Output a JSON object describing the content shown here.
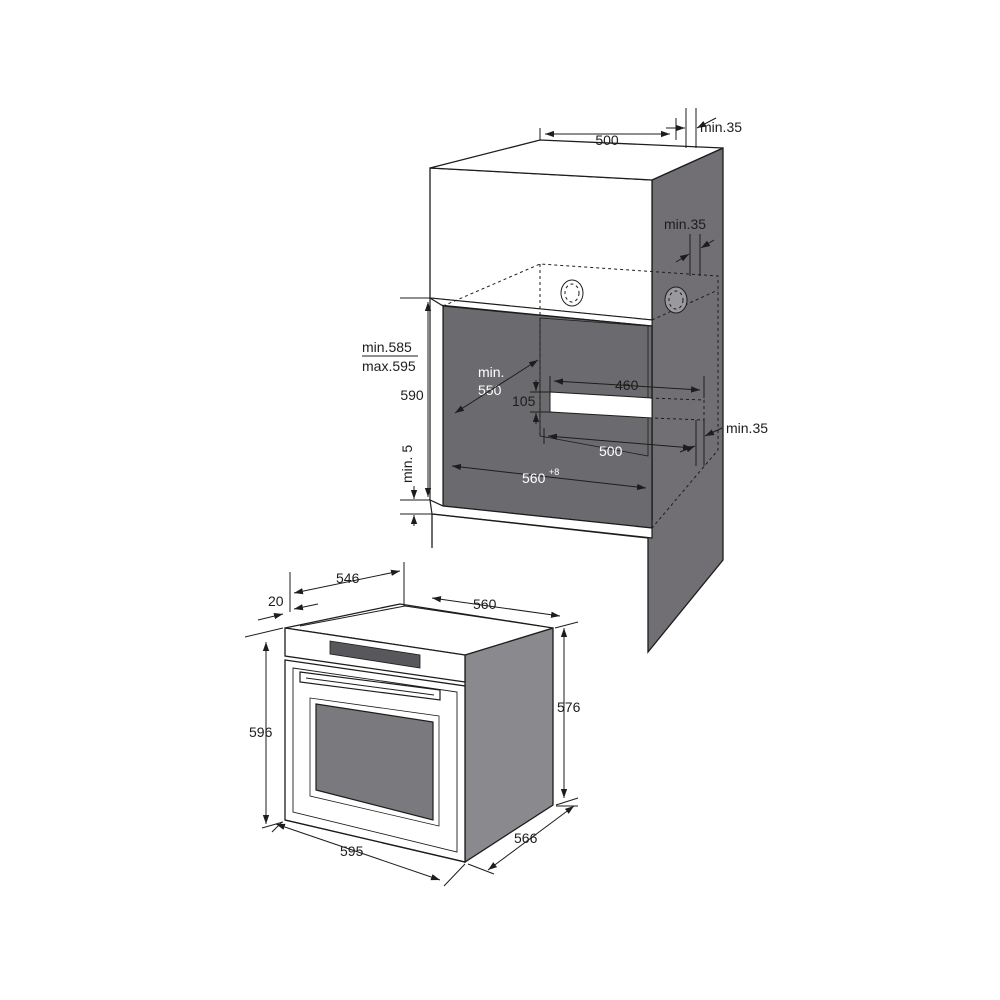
{
  "colors": {
    "cabinet_side": "#716f74",
    "cabinet_inner": "#6b6a6e",
    "cabinet_top": "#ffffff",
    "line": "#1d1d1b",
    "oven_body": "#8a898d",
    "oven_front": "#ffffff",
    "oven_window": "#7a797d",
    "oven_strip": "#58575b"
  },
  "cabinet_dimensions": {
    "top_depth": "500",
    "top_gap": "min.35",
    "rear_gap": "min.35",
    "side_gap": "min.35",
    "height_range_min": "min.585",
    "height_range_max": "max.595",
    "opening_height": "590",
    "min_depth_line1": "min.",
    "min_depth_line2": "550",
    "vent_width": "460",
    "vent_height": "105",
    "inner_depth": "500",
    "bottom_clearance": "min. 5",
    "opening_width": "560",
    "opening_width_tolerance": "+8"
  },
  "oven_dimensions": {
    "body_depth": "546",
    "front_panel": "20",
    "top_width": "560",
    "front_height": "596",
    "body_height": "576",
    "front_width": "595",
    "total_depth": "566"
  }
}
